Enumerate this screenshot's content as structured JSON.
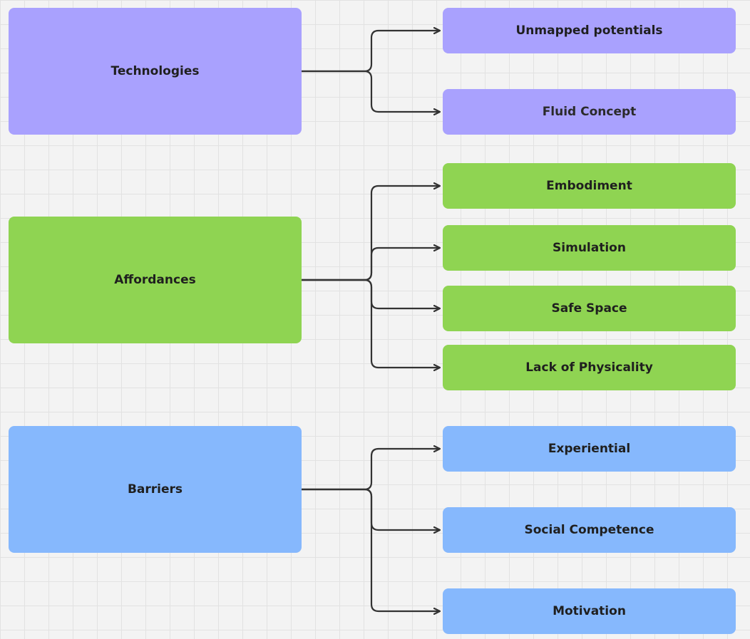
{
  "diagram": {
    "colors": {
      "technologies": "#a9a1fe",
      "affordances": "#8fd452",
      "barriers": "#86b8fd",
      "connector": "#333333",
      "grid": "#e2e2e2",
      "background": "#f3f3f3"
    },
    "groups": [
      {
        "label": "Technologies",
        "children": [
          "Unmapped potentials",
          "Fluid Concept"
        ]
      },
      {
        "label": "Affordances",
        "children": [
          "Embodiment",
          "Simulation",
          "Safe Space",
          "Lack of Physicality"
        ]
      },
      {
        "label": "Barriers",
        "children": [
          "Experiential",
          "Social Competence",
          "Motivation"
        ]
      }
    ]
  }
}
